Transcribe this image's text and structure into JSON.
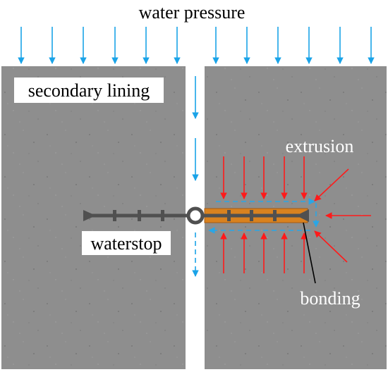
{
  "labels": {
    "title": "water pressure",
    "lining": "secondary lining",
    "extrusion": "extrusion",
    "waterstop": "waterstop",
    "bonding": "bonding"
  },
  "colors": {
    "concrete": "#8e8e8e",
    "pressure_arrow": "#1aa3e8",
    "extrusion_arrow": "#ff1a1a",
    "flow_arrow": "#2aa6e6",
    "waterstop": "#505050",
    "bonded_segment": "#d9821f",
    "bonding_leader": "#000000"
  }
}
